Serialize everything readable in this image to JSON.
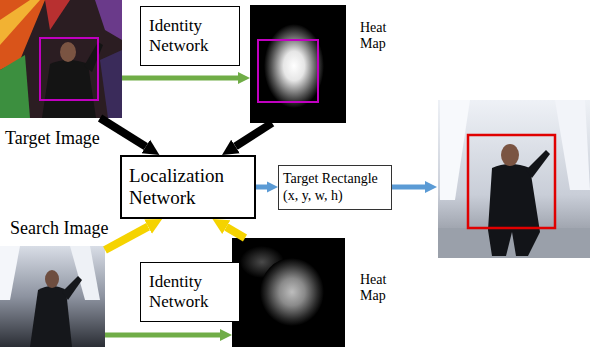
{
  "diagram": {
    "nodes": [
      {
        "text": [
          "Target Image"
        ]
      },
      {
        "text": [
          "Identity Network"
        ]
      },
      {
        "text": [
          "Heat Map"
        ]
      },
      {
        "text": [
          "Localization Network"
        ]
      },
      {
        "text": [
          "Target Rectangle (x, y, w, h)"
        ]
      },
      {
        "text": [
          "Search Image"
        ]
      },
      {
        "text": [
          "Identity Network"
        ]
      },
      {
        "text": [
          "Heat Map"
        ]
      }
    ],
    "edges": [
      {
        "from": 0,
        "to": 2,
        "arrow": "to"
      },
      {
        "from": 0,
        "to": 3,
        "arrow": "to"
      },
      {
        "from": 2,
        "to": 3,
        "arrow": "to"
      },
      {
        "from": 3,
        "to": 4,
        "arrow": "to"
      },
      {
        "from": 5,
        "to": 3,
        "arrow": "to"
      },
      {
        "from": 7,
        "to": 3,
        "arrow": "to"
      },
      {
        "from": 5,
        "to": 7,
        "arrow": "to"
      }
    ]
  }
}
